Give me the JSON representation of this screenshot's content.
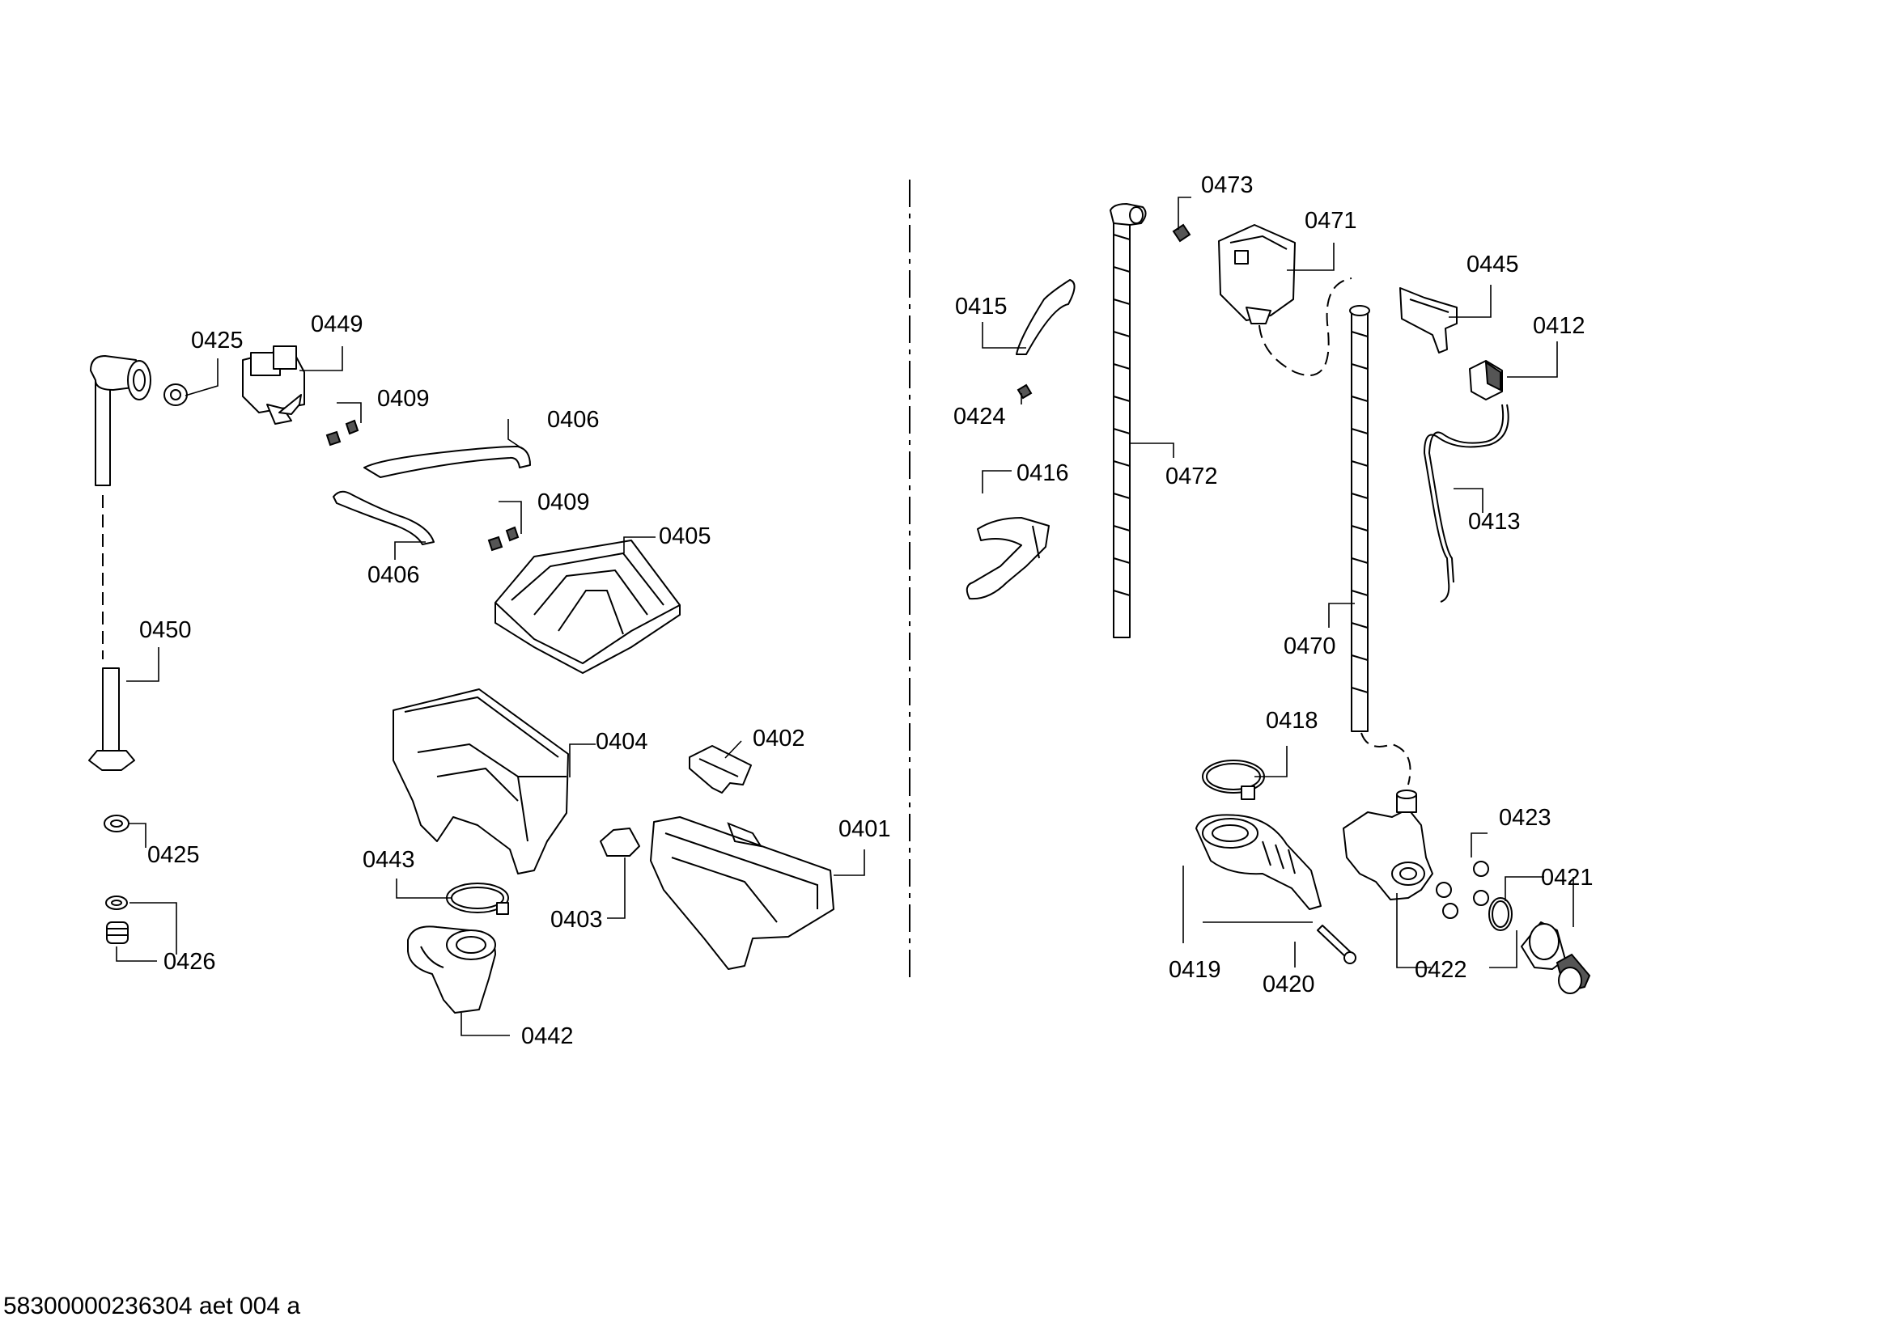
{
  "footer": {
    "document_code": "58300000236304 aet 004 a"
  },
  "parts": [
    {
      "id": "0425a",
      "label": "0425"
    },
    {
      "id": "0449",
      "label": "0449"
    },
    {
      "id": "0409a",
      "label": "0409"
    },
    {
      "id": "0406a",
      "label": "0406"
    },
    {
      "id": "0406b",
      "label": "0406"
    },
    {
      "id": "0409b",
      "label": "0409"
    },
    {
      "id": "0405",
      "label": "0405"
    },
    {
      "id": "0450",
      "label": "0450"
    },
    {
      "id": "0404",
      "label": "0404"
    },
    {
      "id": "0402",
      "label": "0402"
    },
    {
      "id": "0401",
      "label": "0401"
    },
    {
      "id": "0443",
      "label": "0443"
    },
    {
      "id": "0403",
      "label": "0403"
    },
    {
      "id": "0425b",
      "label": "0425"
    },
    {
      "id": "0426",
      "label": "0426"
    },
    {
      "id": "0442",
      "label": "0442"
    },
    {
      "id": "0473",
      "label": "0473"
    },
    {
      "id": "0471",
      "label": "0471"
    },
    {
      "id": "0445",
      "label": "0445"
    },
    {
      "id": "0415",
      "label": "0415"
    },
    {
      "id": "0412",
      "label": "0412"
    },
    {
      "id": "0424",
      "label": "0424"
    },
    {
      "id": "0416",
      "label": "0416"
    },
    {
      "id": "0472",
      "label": "0472"
    },
    {
      "id": "0413",
      "label": "0413"
    },
    {
      "id": "0470",
      "label": "0470"
    },
    {
      "id": "0418",
      "label": "0418"
    },
    {
      "id": "0423",
      "label": "0423"
    },
    {
      "id": "0421",
      "label": "0421"
    },
    {
      "id": "0419",
      "label": "0419"
    },
    {
      "id": "0420",
      "label": "0420"
    },
    {
      "id": "0422",
      "label": "0422"
    }
  ]
}
